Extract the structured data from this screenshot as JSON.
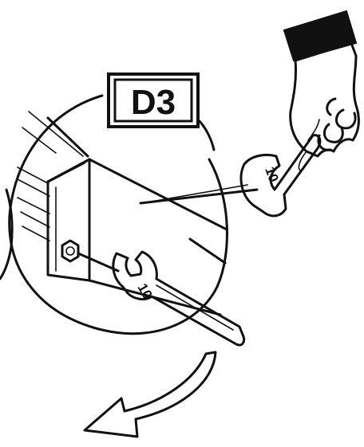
{
  "step_label": "D3",
  "hand_wrench_size": "10",
  "lower_wrench_size": "10",
  "colors": {
    "ink": "#111111",
    "paper": "#ffffff"
  },
  "icons": {
    "hand": "hand-holding-wrench-icon",
    "wrench": "open-end-wrench-icon",
    "bolt": "hex-bolt-icon",
    "arrow": "rotation-arrow-icon"
  }
}
